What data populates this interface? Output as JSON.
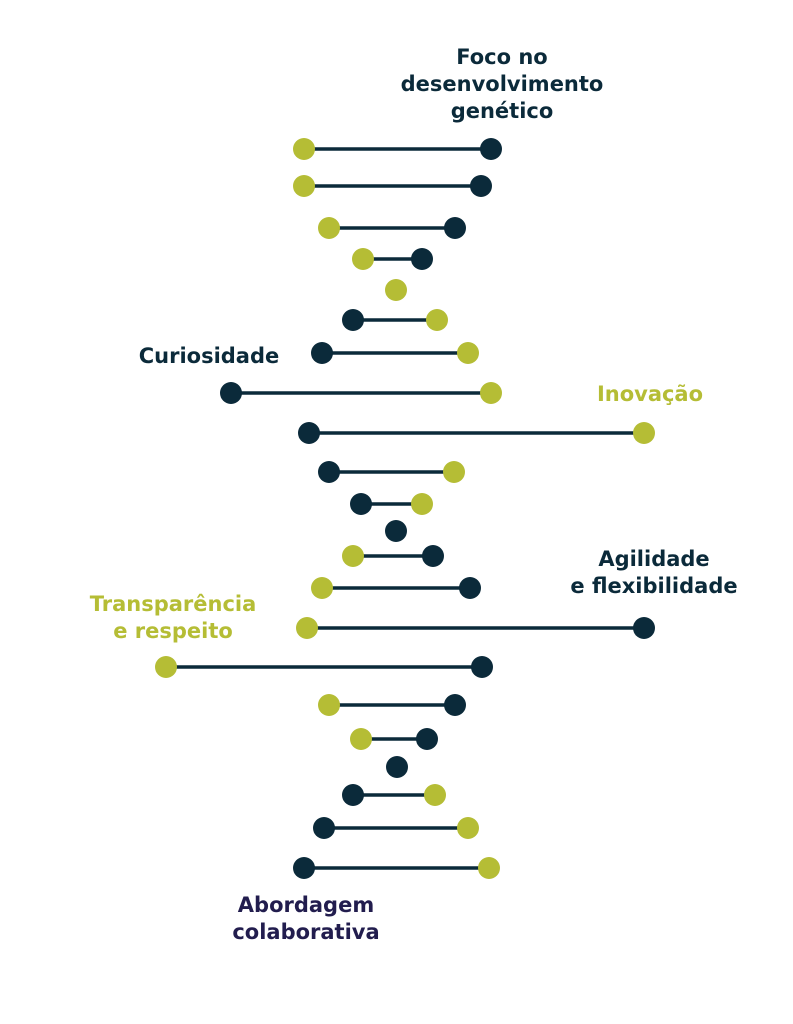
{
  "colors": {
    "navy": "#0b2a3a",
    "green": "#b5bd35",
    "purple": "#221d4e"
  },
  "labels": {
    "foco": {
      "line1": "Foco no",
      "line2": "desenvolvimento",
      "line3": "genético",
      "color": "navy"
    },
    "curiosidade": {
      "line1": "Curiosidade",
      "color": "navy"
    },
    "inovacao": {
      "line1": "Inovação",
      "color": "green"
    },
    "agilidade": {
      "line1": "Agilidade",
      "line2": "e flexibilidade",
      "color": "navy"
    },
    "transparencia": {
      "line1": "Transparência",
      "line2": "e respeito",
      "color": "green"
    },
    "abordagem": {
      "line1": "Abordagem",
      "line2": "colaborativa",
      "color": "purple"
    }
  }
}
